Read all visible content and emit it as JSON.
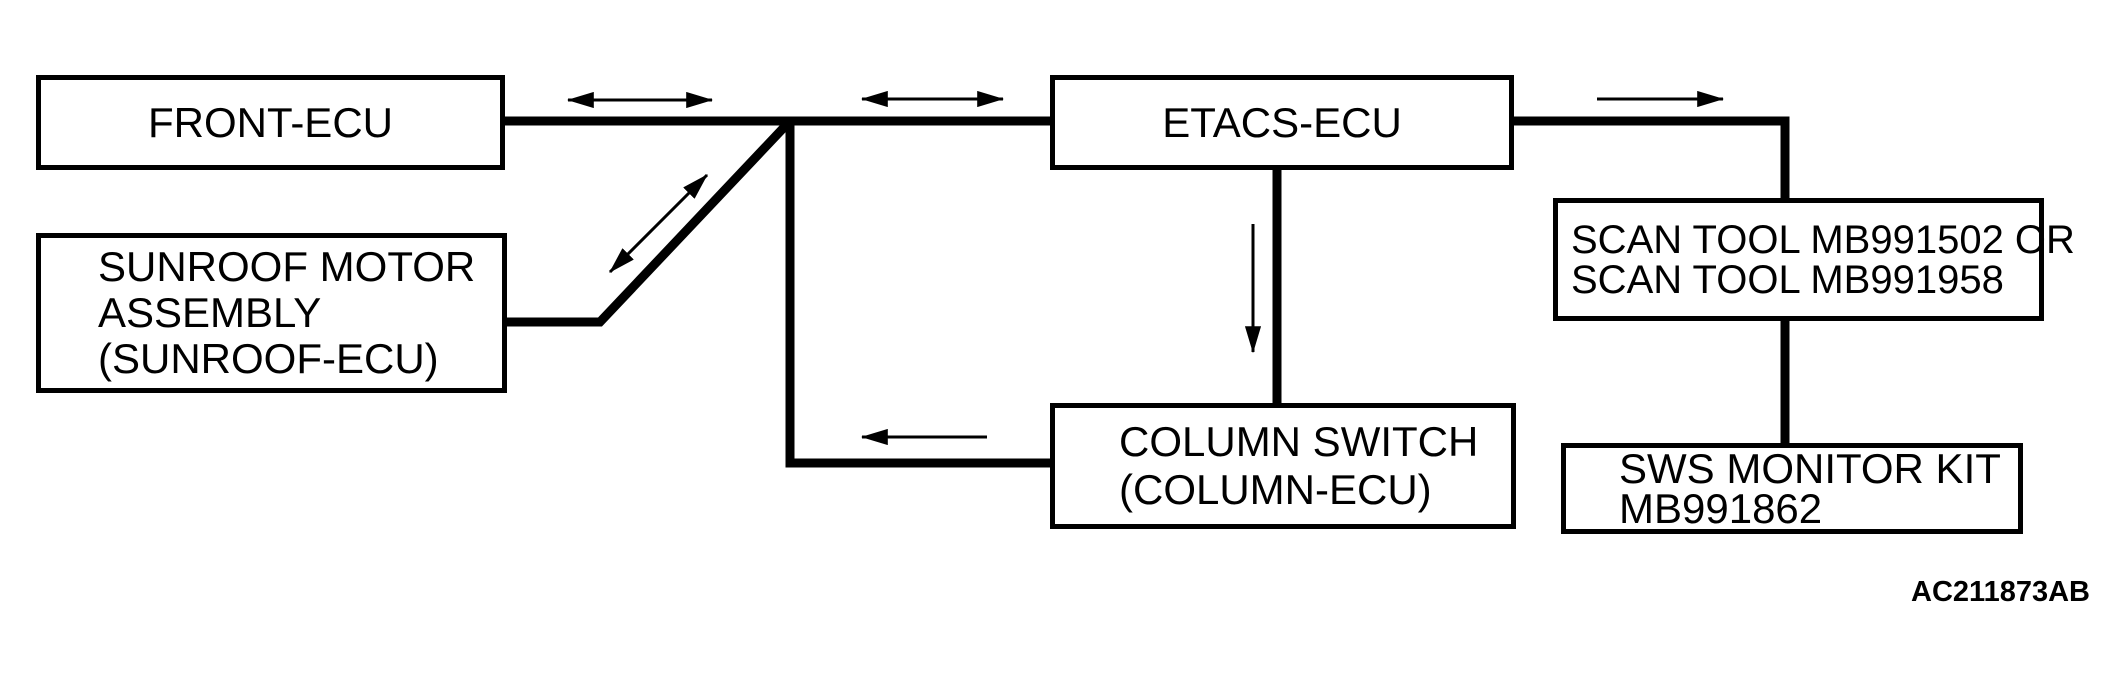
{
  "diagram": {
    "title_hint": "SWS communication system diagram",
    "colors": {
      "ink": "#000000",
      "background": "#ffffff"
    },
    "nodes": {
      "front_ecu": {
        "label": "FRONT-ECU"
      },
      "sunroof": {
        "lines": [
          "SUNROOF MOTOR",
          "ASSEMBLY",
          "(SUNROOF-ECU)"
        ]
      },
      "etacs": {
        "label": "ETACS-ECU"
      },
      "scan_tool": {
        "lines": [
          "SCAN TOOL MB991502 OR",
          "SCAN TOOL MB991958"
        ]
      },
      "column": {
        "lines": [
          "COLUMN SWITCH",
          "(COLUMN-ECU)"
        ]
      },
      "sws_kit": {
        "lines": [
          "SWS MONITOR KIT",
          "MB991862"
        ]
      }
    },
    "figure_code": "AC211873AB"
  }
}
